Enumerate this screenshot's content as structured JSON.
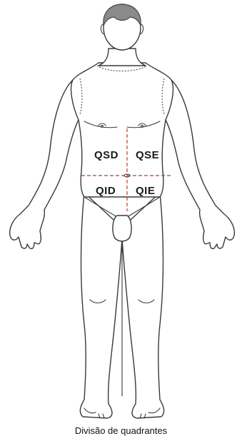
{
  "quadrants": {
    "upper_right": "QSD",
    "upper_left": "QSE",
    "lower_right": "QID",
    "lower_left": "QIE"
  },
  "caption": "Divisão de quadrantes",
  "colors": {
    "hair": "#8a8a8a",
    "outline": "#3a3a3a",
    "quadrant_lines": "#c0392b"
  }
}
